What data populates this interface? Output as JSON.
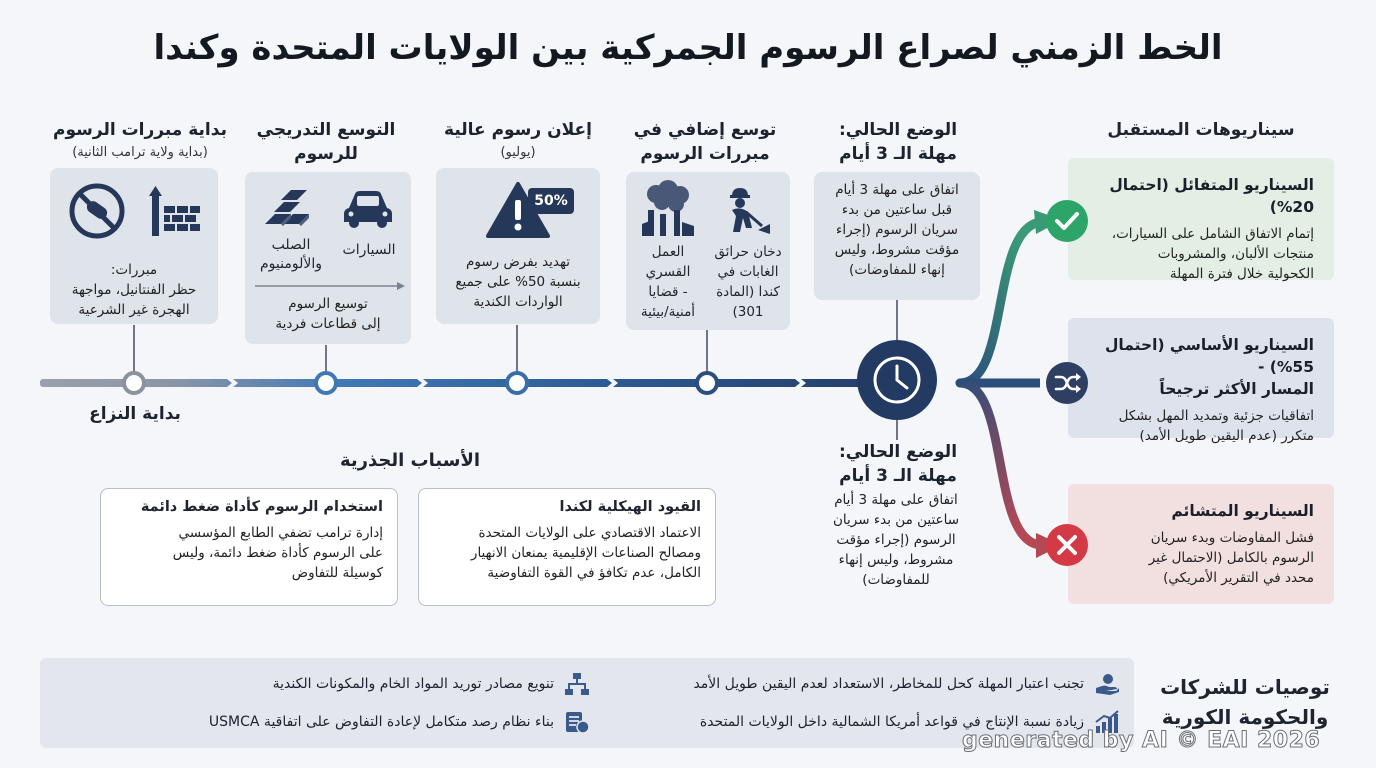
{
  "title": "الخط الزمني لصراع الرسوم الجمركية بين الولايات المتحدة وكندا",
  "steps": [
    {
      "title": "بداية مبررات الرسوم",
      "subtitle": "(بداية ولاية ترامب الثانية)",
      "card_lines": [
        "مبررات:",
        "حظر الفنتانيل، مواجهة",
        "الهجرة غير الشرعية"
      ],
      "icons": [
        "no-drugs-icon",
        "border-wall-icon"
      ]
    },
    {
      "title_lines": [
        "التوسع التدريجي",
        "للرسوم"
      ],
      "items": [
        "السيارات",
        "الصلب\nوالألومنيوم"
      ],
      "arrow_text_lines": [
        "توسيع الرسوم",
        "إلى قطاعات فردية"
      ],
      "icons": [
        "car-icon",
        "metal-bars-icon"
      ]
    },
    {
      "title": "إعلان رسوم عالية",
      "subtitle": "(يوليو)",
      "badge": "50%",
      "card_lines": [
        "تهديد بفرض رسوم",
        "بنسبة 50% على جميع",
        "الواردات الكندية"
      ],
      "icons": [
        "warning-icon"
      ]
    },
    {
      "title_lines": [
        "توسع إضافي في",
        "مبررات الرسوم"
      ],
      "col_right_lines": [
        "دخان حرائق",
        "الغابات في",
        "كندا (المادة",
        "301)"
      ],
      "col_left_lines": [
        "العمل",
        "القسري",
        "- قضايا",
        "أمنية/بيئية"
      ],
      "icons": [
        "worker-icon",
        "factory-smoke-icon"
      ]
    },
    {
      "title_lines": [
        "الوضع الحالي:",
        "مهلة الـ 3 أيام"
      ],
      "card_lines": [
        "اتفاق على مهلة 3 أيام",
        "قبل ساعتين من بدء",
        "سريان الرسوم (إجراء",
        "مؤقت مشروط، وليس",
        "إنهاء للمفاوضات)"
      ],
      "icons": [
        "clock-icon"
      ]
    }
  ],
  "start_label": "بداية النزاع",
  "current_below": {
    "title_lines": [
      "الوضع الحالي:",
      "مهلة الـ 3 أيام"
    ],
    "body_lines": [
      "اتفاق على مهلة 3 أيام",
      "ساعتين من بدء سريان",
      "الرسوم (إجراء مؤقت",
      "مشروط، وليس إنهاء",
      "للمفاوضات)"
    ]
  },
  "scenarios_header": "سيناريوهات المستقبل",
  "scenarios": [
    {
      "title": "السيناريو المتفائل (احتمال 20%)",
      "body_lines": [
        "إتمام الاتفاق الشامل على السيارات،",
        "منتجات الألبان، والمشروبات",
        "الكحولية خلال فترة المهلة"
      ],
      "color": "#e3efe5",
      "icon": "check-icon",
      "icon_color": "#2ea568"
    },
    {
      "title_lines": [
        "السيناريو الأساسي (احتمال 55%) -",
        "المسار الأكثر ترجيحاً"
      ],
      "body_lines": [
        "اتفاقيات جزئية وتمديد المهل بشكل",
        "متكرر (عدم اليقين طويل الأمد)"
      ],
      "color": "#dde2ec",
      "icon": "shuffle-icon",
      "icon_color": "#2e3f63"
    },
    {
      "title": "السيناريو المتشائم",
      "body_lines": [
        "فشل المفاوضات وبدء سريان",
        "الرسوم بالكامل (الاحتمال غير",
        "محدد في التقرير الأمريكي)"
      ],
      "color": "#f2e0e1",
      "icon": "x-icon",
      "icon_color": "#d43a45"
    }
  ],
  "root_causes_header": "الأسباب الجذرية",
  "root_causes": [
    {
      "title": "استخدام الرسوم كأداة ضغط دائمة",
      "body_lines": [
        "إدارة ترامب تضفي الطابع المؤسسي",
        "على الرسوم كأداة ضغط دائمة، وليس",
        "كوسيلة للتفاوض"
      ]
    },
    {
      "title": "القيود الهيكلية لكندا",
      "body_lines": [
        "الاعتماد الاقتصادي على الولايات المتحدة",
        "ومصالح الصناعات الإقليمية يمنعان الانهيار",
        "الكامل، عدم تكافؤ في القوة التفاوضية"
      ]
    }
  ],
  "recommendations_header_lines": [
    "توصيات للشركات",
    "والحكومة الكورية"
  ],
  "recommendations": [
    {
      "text": "تجنب اعتبار المهلة كحل للمخاطر، الاستعداد لعدم اليقين طويل الأمد",
      "icon": "hand-coin-icon"
    },
    {
      "text": "تنويع مصادر توريد المواد الخام والمكونات الكندية",
      "icon": "network-icon"
    },
    {
      "text": "زيادة نسبة الإنتاج في قواعد أمريكا الشمالية داخل الولايات المتحدة",
      "icon": "growth-chart-icon"
    },
    {
      "text": "بناء نظام رصد متكامل لإعادة التفاوض على اتفاقية USMCA",
      "icon": "monitor-document-icon"
    }
  ],
  "watermark": "generated by AI © EAI 2026",
  "colors": {
    "timeline_gray": "#9aa0aa",
    "timeline_blue": "#3f78b5",
    "timeline_navy": "#233a63",
    "scenario_green": "#3a9a77",
    "scenario_red": "#b44854"
  }
}
